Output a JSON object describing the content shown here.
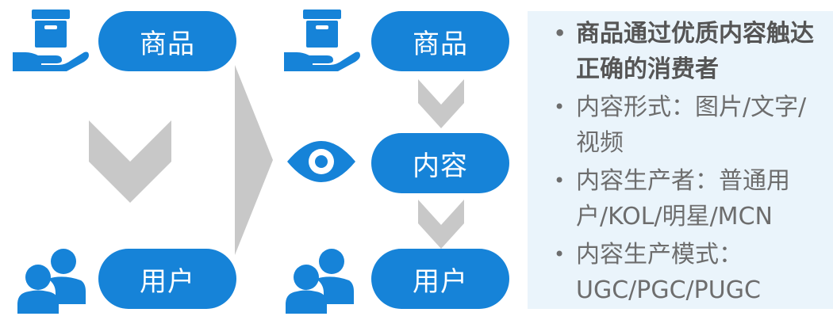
{
  "left": {
    "product_label": "商品",
    "user_label": "用户",
    "product_icon": "hand-holding-box-icon",
    "user_icon": "users-icon"
  },
  "right": {
    "product_label": "商品",
    "content_label": "内容",
    "user_label": "用户",
    "product_icon": "hand-holding-box-icon",
    "content_icon": "eye-icon",
    "user_icon": "users-icon"
  },
  "bullets": [
    {
      "text": "商品通过优质内容触达正确的消费者",
      "bold": true
    },
    {
      "text": "内容形式：图片/文字/视频",
      "bold": false
    },
    {
      "text": "内容生产者：普通用户/KOL/明星/MCN",
      "bold": false
    },
    {
      "text": "内容生产模式：UGC/PGC/PUGC",
      "bold": false
    }
  ],
  "colors": {
    "accent_blue": "#1683d8",
    "chevron_gray": "#c8c8c8",
    "panel_bg": "#eaf4fb",
    "bullet_text": "#6d6d6d"
  }
}
